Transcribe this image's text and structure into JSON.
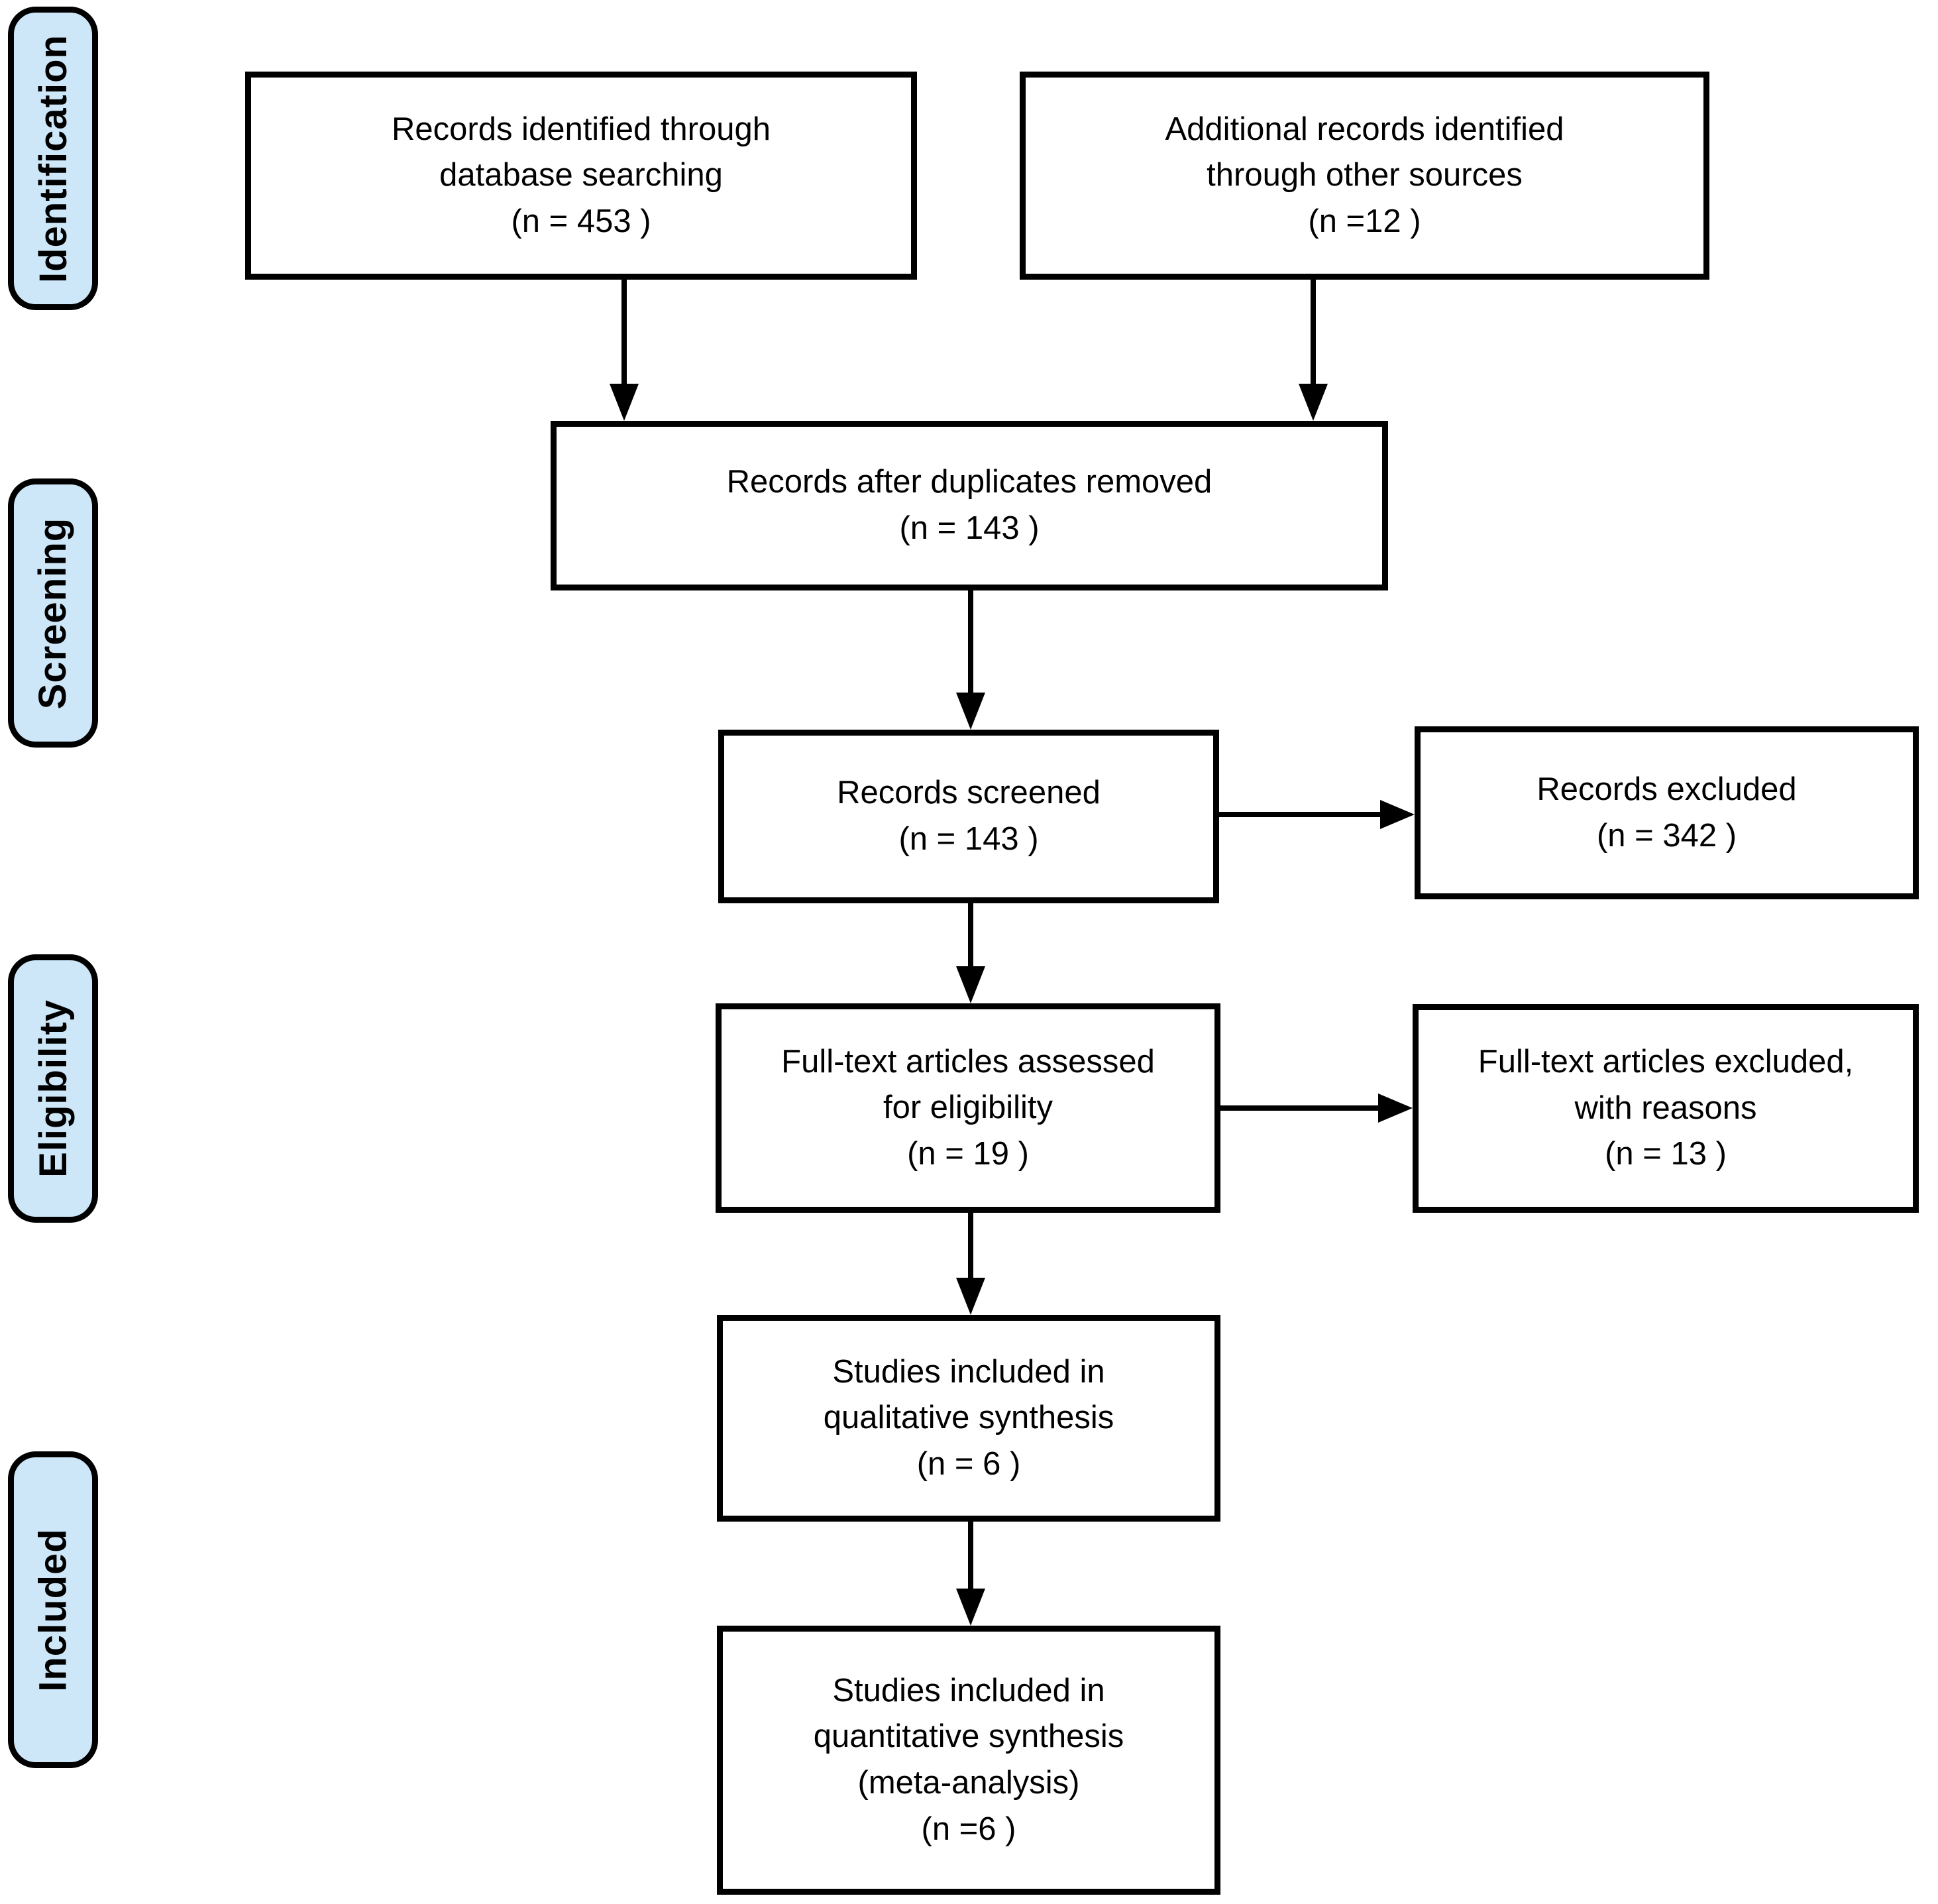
{
  "diagram": {
    "kind": "prisma-flow-diagram",
    "stages": [
      {
        "label": "Identification"
      },
      {
        "label": "Screening"
      },
      {
        "label": "Eligibility"
      },
      {
        "label": "Included"
      }
    ],
    "boxes": [
      {
        "id": "records-identified",
        "n": 453,
        "text": "Records identified through\ndatabase searching\n(n = 453 )"
      },
      {
        "id": "additional-records",
        "n": 12,
        "text": "Additional records identified\nthrough other sources\n(n =12 )"
      },
      {
        "id": "duplicates-removed",
        "n": 143,
        "text": "Records after duplicates removed\n(n = 143 )"
      },
      {
        "id": "records-screened",
        "n": 143,
        "text": "Records screened\n(n = 143 )"
      },
      {
        "id": "records-excluded",
        "n": 342,
        "text": "Records excluded\n(n = 342 )"
      },
      {
        "id": "fulltext-assessed",
        "n": 19,
        "text": "Full-text articles assessed\nfor eligibility\n(n = 19 )"
      },
      {
        "id": "fulltext-excluded",
        "n": 13,
        "text": "Full-text articles excluded,\nwith reasons\n(n = 13 )"
      },
      {
        "id": "qualitative-synthesis",
        "n": 6,
        "text": "Studies included in\nqualitative synthesis\n(n = 6 )"
      },
      {
        "id": "quantitative-synthesis",
        "n": 6,
        "text": "Studies included in\nquantitative synthesis\n(meta-analysis)\n(n =6 )"
      }
    ],
    "colors": {
      "stage_fill": "#cde7f8",
      "stage_border": "#000000",
      "box_border": "#000000",
      "arrow": "#000000",
      "background": "#ffffff"
    }
  }
}
